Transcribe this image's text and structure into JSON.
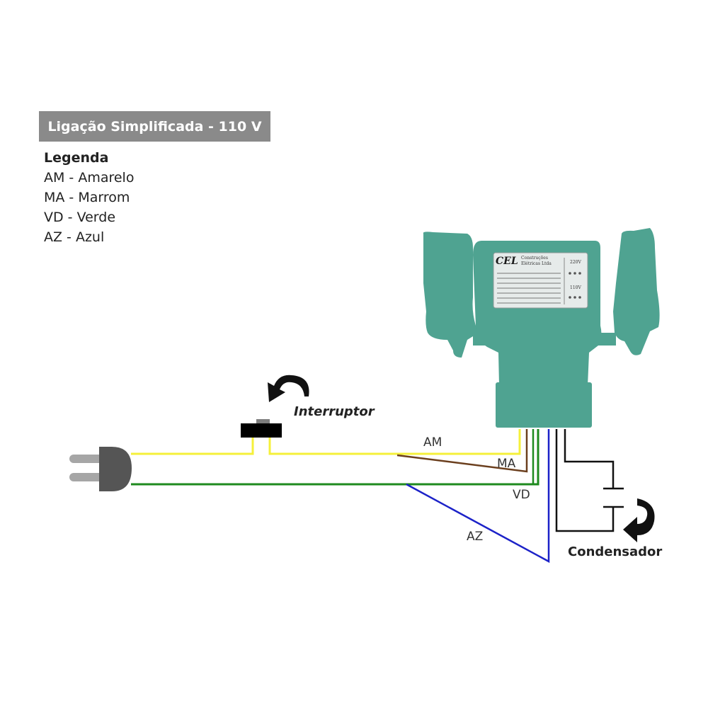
{
  "title": "Ligação Simplificada - 110 V",
  "legend": {
    "heading": "Legenda",
    "items": [
      "AM - Amarelo",
      "MA - Marrom",
      "VD - Verde",
      "AZ - Azul"
    ]
  },
  "labels": {
    "switch": "Interruptor",
    "capacitor": "Condensador",
    "wire_am": "AM",
    "wire_ma": "MA",
    "wire_vd": "VD",
    "wire_az": "AZ"
  },
  "nameplate": {
    "brand": "CEL",
    "maker_line1": "Construções",
    "maker_line2": "Elétricas Ltda",
    "volt_220": "220V",
    "volt_110": "110V"
  },
  "colors": {
    "wire_yellow": "#f5f03a",
    "wire_brown": "#6b3f1e",
    "wire_green": "#1e8a1e",
    "wire_blue": "#1c22c8",
    "motor": "#4fa391",
    "title_bg": "#8a8a8a"
  }
}
